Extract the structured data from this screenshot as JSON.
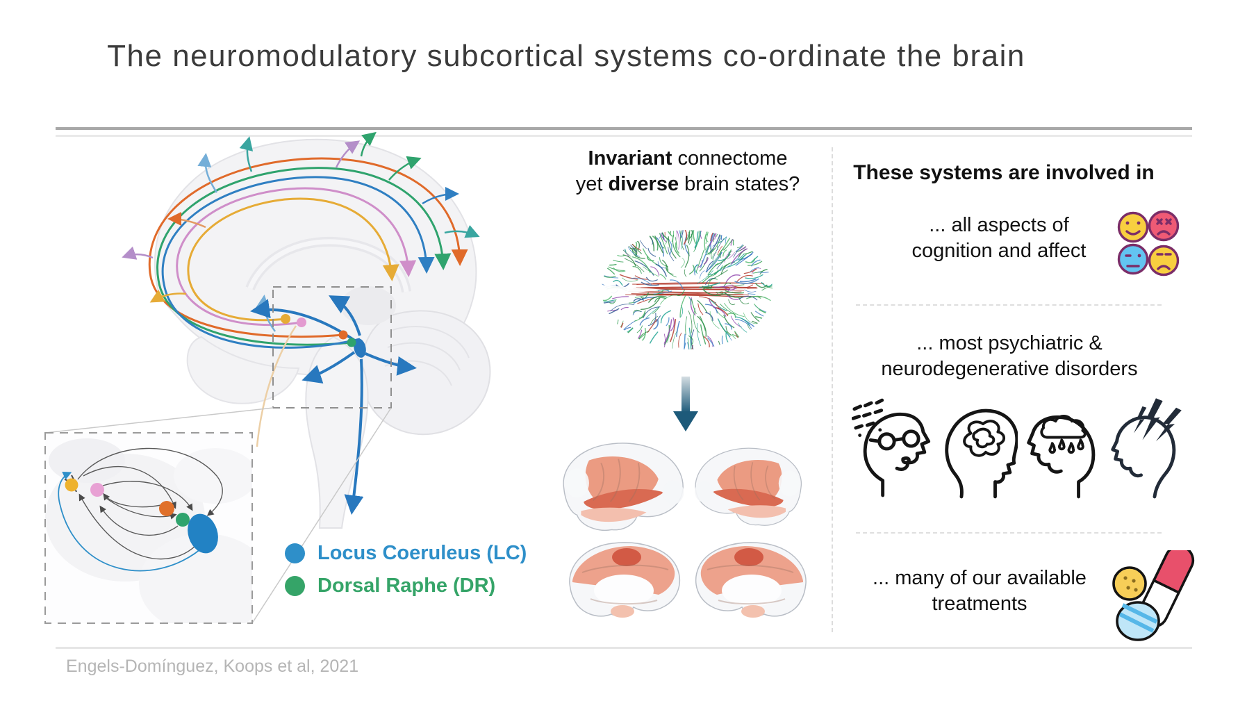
{
  "title": "The neuromodulatory subcortical systems co-ordinate the brain",
  "left_panel": {
    "illustration": "sagittal brain with neuromodulatory pathways and brainstem inset",
    "legend": [
      {
        "label": "Locus Coeruleus (LC)",
        "color": "#2e8fc9"
      },
      {
        "label": "Dorsal Raphe (DR)",
        "color": "#35a468"
      }
    ],
    "pathway_colors": [
      "#e06a2a",
      "#2fa36d",
      "#2f7fc2",
      "#cf8ec9",
      "#e6ab36",
      "#2878be"
    ]
  },
  "middle_panel": {
    "line1_bold": "Invariant",
    "line1_rest": " connectome",
    "line2_pre": "yet ",
    "line2_bold": "diverse",
    "line2_rest": " brain states?",
    "arrow_color": "#1d5a7a"
  },
  "right_panel": {
    "header": "These systems are involved in",
    "items": [
      {
        "line1": "... all aspects of",
        "line2": "cognition and affect",
        "icon": "emotion-faces-icon"
      },
      {
        "line1": "... most psychiatric &",
        "line2": "neurodegenerative disorders",
        "icons": [
          "memory-loss-head-icon",
          "anxiety-head-icon",
          "depression-head-icon",
          "pain-head-icon"
        ]
      },
      {
        "line1": "... many of our available",
        "line2": "treatments",
        "icon": "pills-icon"
      }
    ]
  },
  "footer": {
    "citation": "Engels-Domínguez, Koops et al, 2021"
  }
}
